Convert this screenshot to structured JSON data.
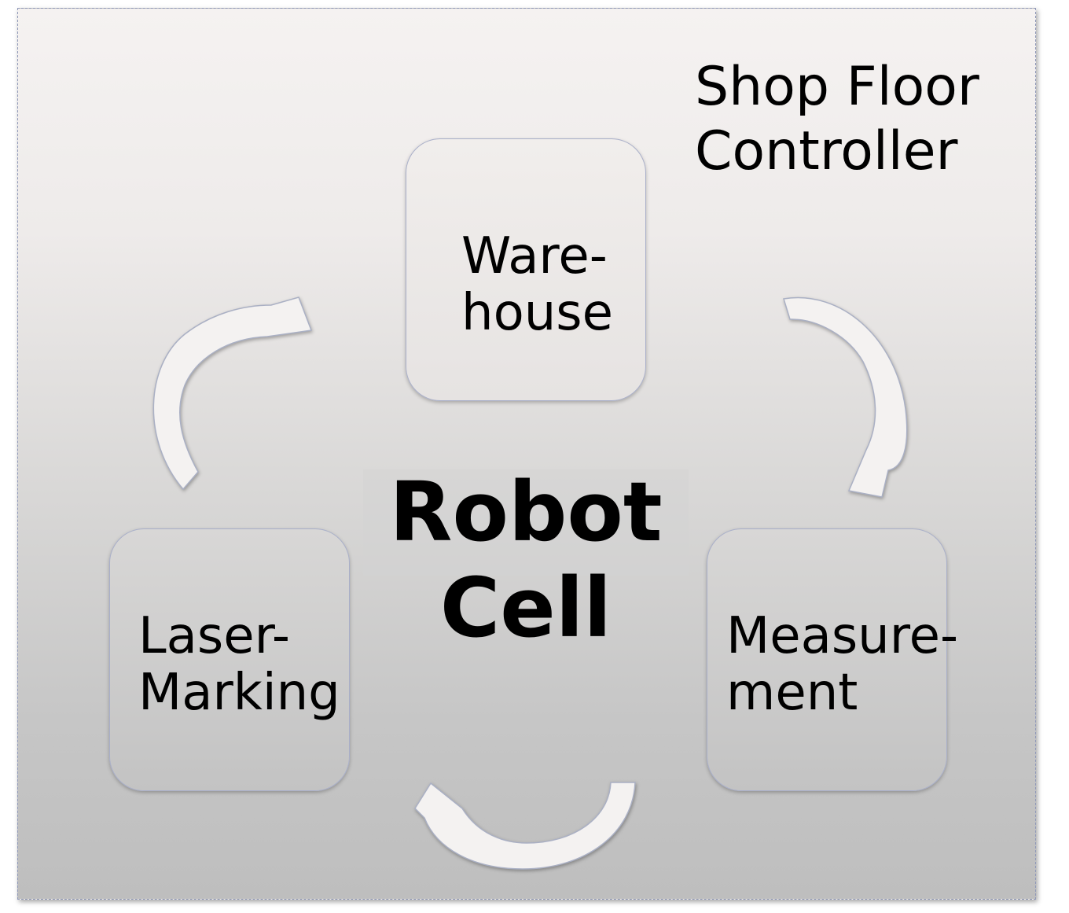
{
  "diagram": {
    "title": "Shop Floor\nController",
    "center_label": "Robot\nCell",
    "nodes": {
      "warehouse": "Ware-\nhouse",
      "laser_marking": "Laser-\nMarking",
      "measurement": "Measure-\nment"
    }
  },
  "colors": {
    "frame_border": "#8f98b8",
    "node_border": "#a9afc9",
    "arrow_fill": "#f4f2f1"
  }
}
